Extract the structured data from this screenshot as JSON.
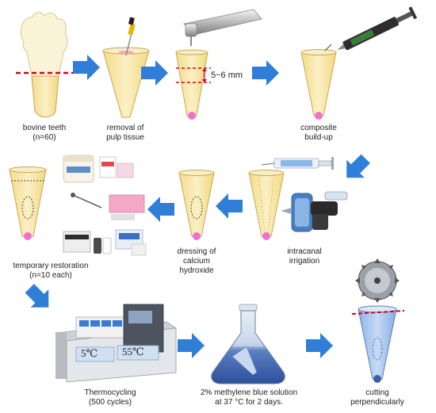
{
  "steps": {
    "bovine_teeth": {
      "line1": "bovine teeth",
      "line2": "(n=60)"
    },
    "removal": {
      "line1": "removal of",
      "line2": "pulp tissue"
    },
    "composite": {
      "line1": "composite",
      "line2": "build-up"
    },
    "irrigation": {
      "line1": "intracanal",
      "line2": "irrigation"
    },
    "dressing": {
      "line1": "dressing of",
      "line2": "calcium",
      "line3": "hydroxide"
    },
    "temporary": {
      "line1": "temporary restoration",
      "line2": "(n=10 each)"
    },
    "thermocycling": {
      "line1": "Thermocycling",
      "line2": "(500 cycles)"
    },
    "methylene": {
      "line1": "2% methylene blue solution",
      "line2": "at 37 °C for 2 days."
    },
    "cutting": {
      "line1": "cutting",
      "line2": "perpendicularly"
    }
  },
  "dimension_label": "5~6 mm",
  "bath_temps": {
    "cold": "5℃",
    "hot": "55℃"
  },
  "colors": {
    "tooth": "#f6e6a6",
    "tooth_outline": "#c9a94f",
    "apex": "#f06fd0",
    "arrow": "#2f7fd8",
    "cut_line": "#d0021b"
  }
}
